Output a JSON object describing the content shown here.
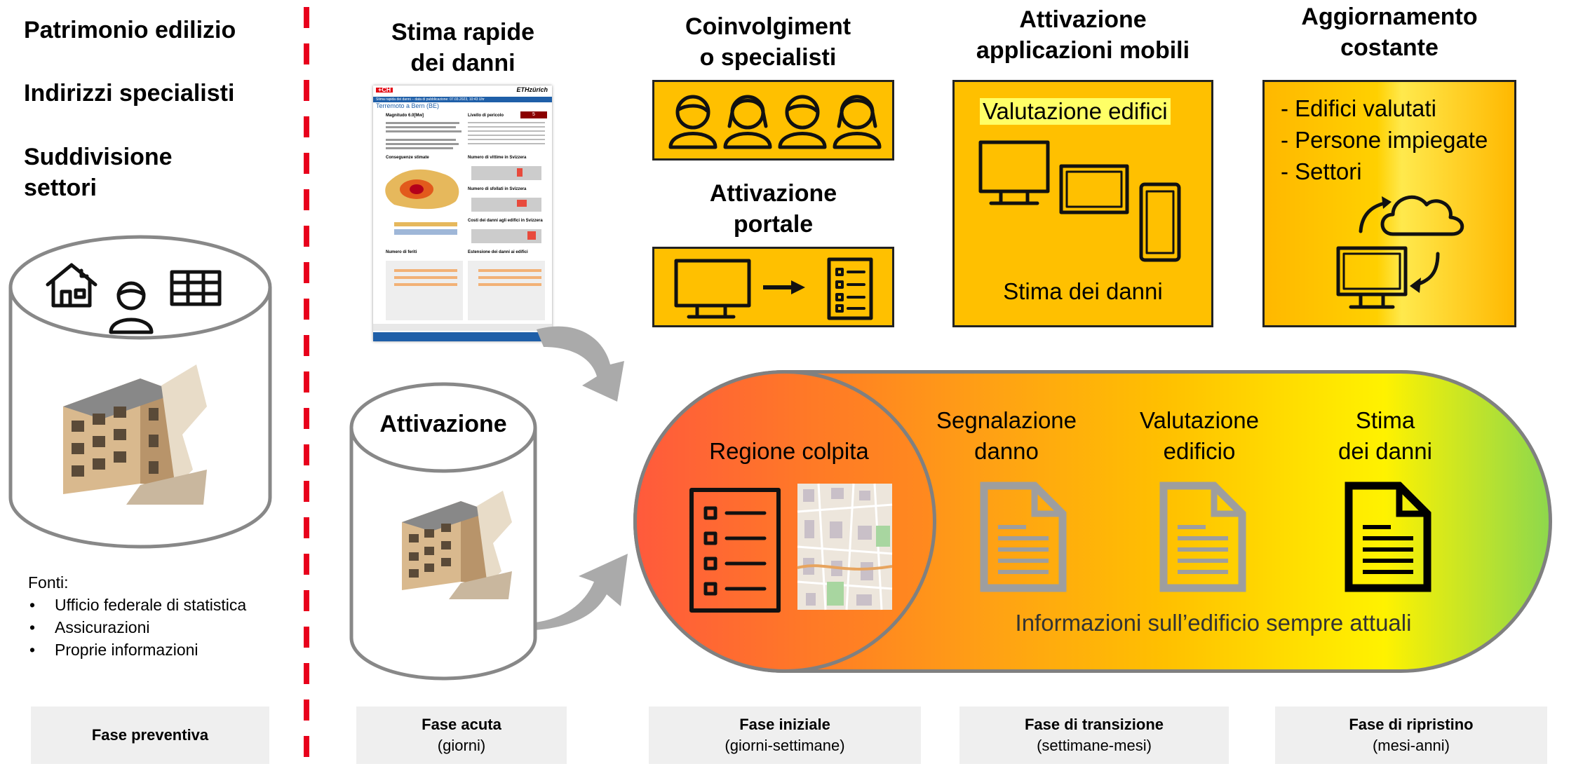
{
  "preventive": {
    "heading1": "Patrimonio edilizio",
    "heading2": "Indirizzi specialisti",
    "heading3a": "Suddivisione",
    "heading3b": "settori",
    "sources_title": "Fonti:",
    "sources": [
      "Ufficio federale di statistica",
      "Assicurazioni",
      "Proprie informazioni"
    ]
  },
  "acute": {
    "title_line1": "Stima rapide",
    "title_line2": "dei danni",
    "activation_label": "Attivazione"
  },
  "report_doc": {
    "title": "Terremoto a Bern (BE)",
    "header_bar": "Stima rapida dei danni – data di pubblicazione: 07.03.2023, 10:43 Uhr",
    "magnitude": "Magnitudo 6.0[Mw]",
    "danger_level": "Livello di pericolo",
    "danger_value": "5",
    "eth_logo": "ETHzürich",
    "ch_logo": "+CH",
    "section_consequences": "Conseguenze stimate",
    "section_victims": "Numero di vittime in Svizzera",
    "section_homeless": "Numero di sfollati in Svizzera",
    "section_costs": "Costi dei danni agli edifici in Svizzera",
    "section_injured": "Numero di feriti",
    "section_extent": "Estensione dei danni ai edifici"
  },
  "initial": {
    "title1_line1": "Coinvolgiment",
    "title1_line2": "o specialisti",
    "title2_line1": "Attivazione",
    "title2_line2": "portale"
  },
  "mobile": {
    "title_line1": "Attivazione",
    "title_line2": "applicazioni mobili",
    "highlight": "Valutazione edifici",
    "bottom": "Stima dei danni"
  },
  "update": {
    "title_line1": "Aggiornamento",
    "title_line2": "costante",
    "items": [
      "- Edifici valutati",
      "- Persone impiegate",
      "- Settori"
    ]
  },
  "process": {
    "region": "Regione colpita",
    "step1_line1": "Segnalazione",
    "step1_line2": "danno",
    "step2_line1": "Valutazione",
    "step2_line2": "edificio",
    "step3_line1": "Stima",
    "step3_line2": "dei danni",
    "footer": "Informazioni sull’edificio sempre attuali"
  },
  "phases": [
    {
      "name": "Fase preventiva",
      "sub": ""
    },
    {
      "name": "Fase acuta",
      "sub": "(giorni)"
    },
    {
      "name": "Fase iniziale",
      "sub": "(giorni-settimane)"
    },
    {
      "name": "Fase di transizione",
      "sub": "(settimane-mesi)"
    },
    {
      "name": "Fase di ripristino",
      "sub": "(mesi-anni)"
    }
  ],
  "colors": {
    "box_fill": "#FFC000",
    "divider": "#E8001C",
    "highlight": "#FFFF66",
    "gradient": [
      "#FF5A3C",
      "#FF8A1E",
      "#FFB800",
      "#FFE600",
      "#8ED84C"
    ],
    "phase_bg": "#EFEFEF"
  },
  "icons": [
    "house-icon",
    "person-icon",
    "table-icon",
    "list-icon",
    "monitor-icon",
    "arrow-right-icon",
    "tablet-icon",
    "phone-icon",
    "cloud-icon",
    "sync-arrows-icon",
    "document-icon",
    "map-image",
    "damaged-building-image"
  ]
}
